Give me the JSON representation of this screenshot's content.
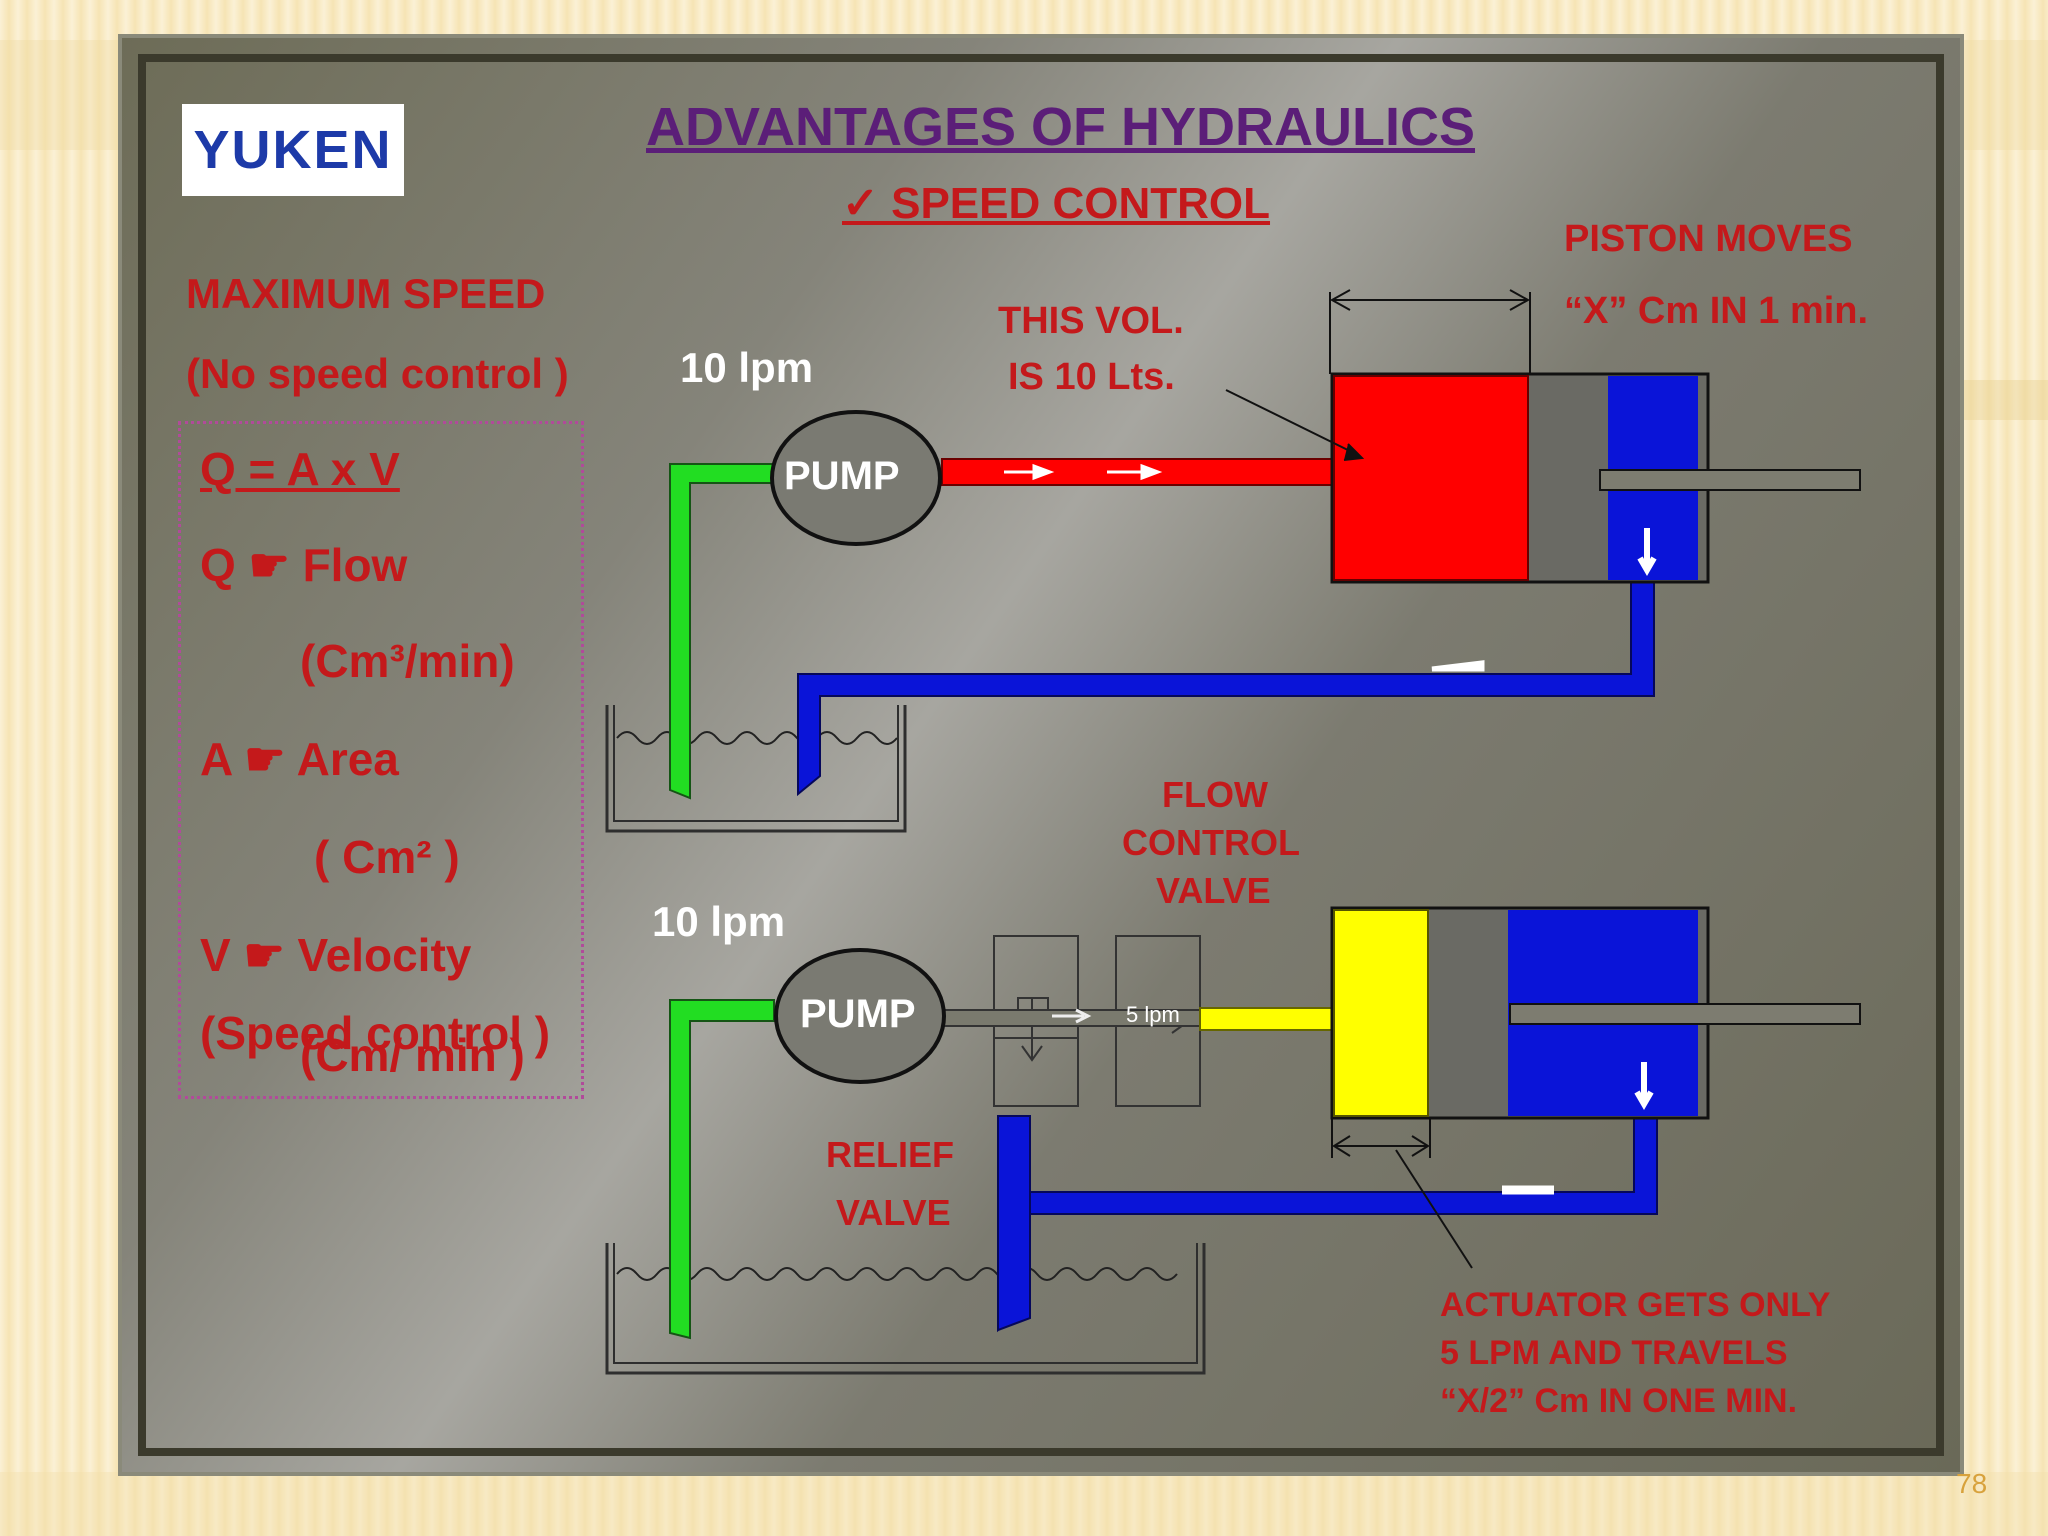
{
  "slide": {
    "logo": "YUKEN",
    "title": "ADVANTAGES OF HYDRAULICS",
    "subtitle": "✓ SPEED  CONTROL",
    "page_number": "78"
  },
  "left_panel": {
    "max_speed": "MAXIMUM SPEED",
    "no_speed_control": "(No speed control )",
    "formula": "Q = A x V",
    "q_line": "Q ☛ Flow",
    "q_unit": "(Cm³/min)",
    "a_line": "A ☛ Area",
    "a_unit": "( Cm² )",
    "v_line": "V ☛ Velocity",
    "speed_control": "(Speed control )",
    "v_unit": "(Cm/ min )"
  },
  "top_circuit": {
    "flow_label": "10 lpm",
    "pump_label": "PUMP",
    "vol_label_1": "THIS VOL.",
    "vol_label_2": "IS 10 Lts.",
    "piston_label_1": "PISTON MOVES",
    "piston_label_2": "“X” Cm IN 1 min."
  },
  "bottom_circuit": {
    "flow_label": "10 lpm",
    "pump_label": "PUMP",
    "fcv_1": "FLOW",
    "fcv_2": "CONTROL",
    "fcv_3": "VALVE",
    "small_flow": "5 lpm",
    "relief_1": "RELIEF",
    "relief_2": "VALVE",
    "actuator_1": "ACTUATOR GETS ONLY",
    "actuator_2": "5 LPM AND TRAVELS",
    "actuator_3": "“X/2” Cm IN ONE MIN."
  },
  "colors": {
    "background": "#7d7c6e",
    "text_red": "#c4191b",
    "title_purple": "#5b1e78",
    "pipe_green": "#22dd22",
    "pipe_blue": "#0a14d8",
    "oil_red": "#ff0000",
    "oil_yellow": "#ffff00"
  }
}
